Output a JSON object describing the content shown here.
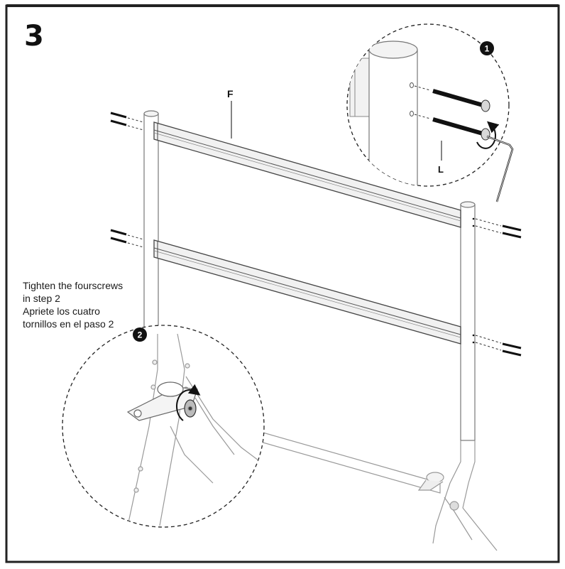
{
  "step": {
    "number": "3"
  },
  "callouts": {
    "detail_1": "1",
    "detail_2": "2"
  },
  "part_labels": {
    "top_rail": "F",
    "bolt": "L"
  },
  "instruction": {
    "line_1": "Tighten the fourscrews",
    "line_2": "in step 2",
    "line_3": "Apriete los cuatro",
    "line_4": "tornillos en el paso 2"
  }
}
